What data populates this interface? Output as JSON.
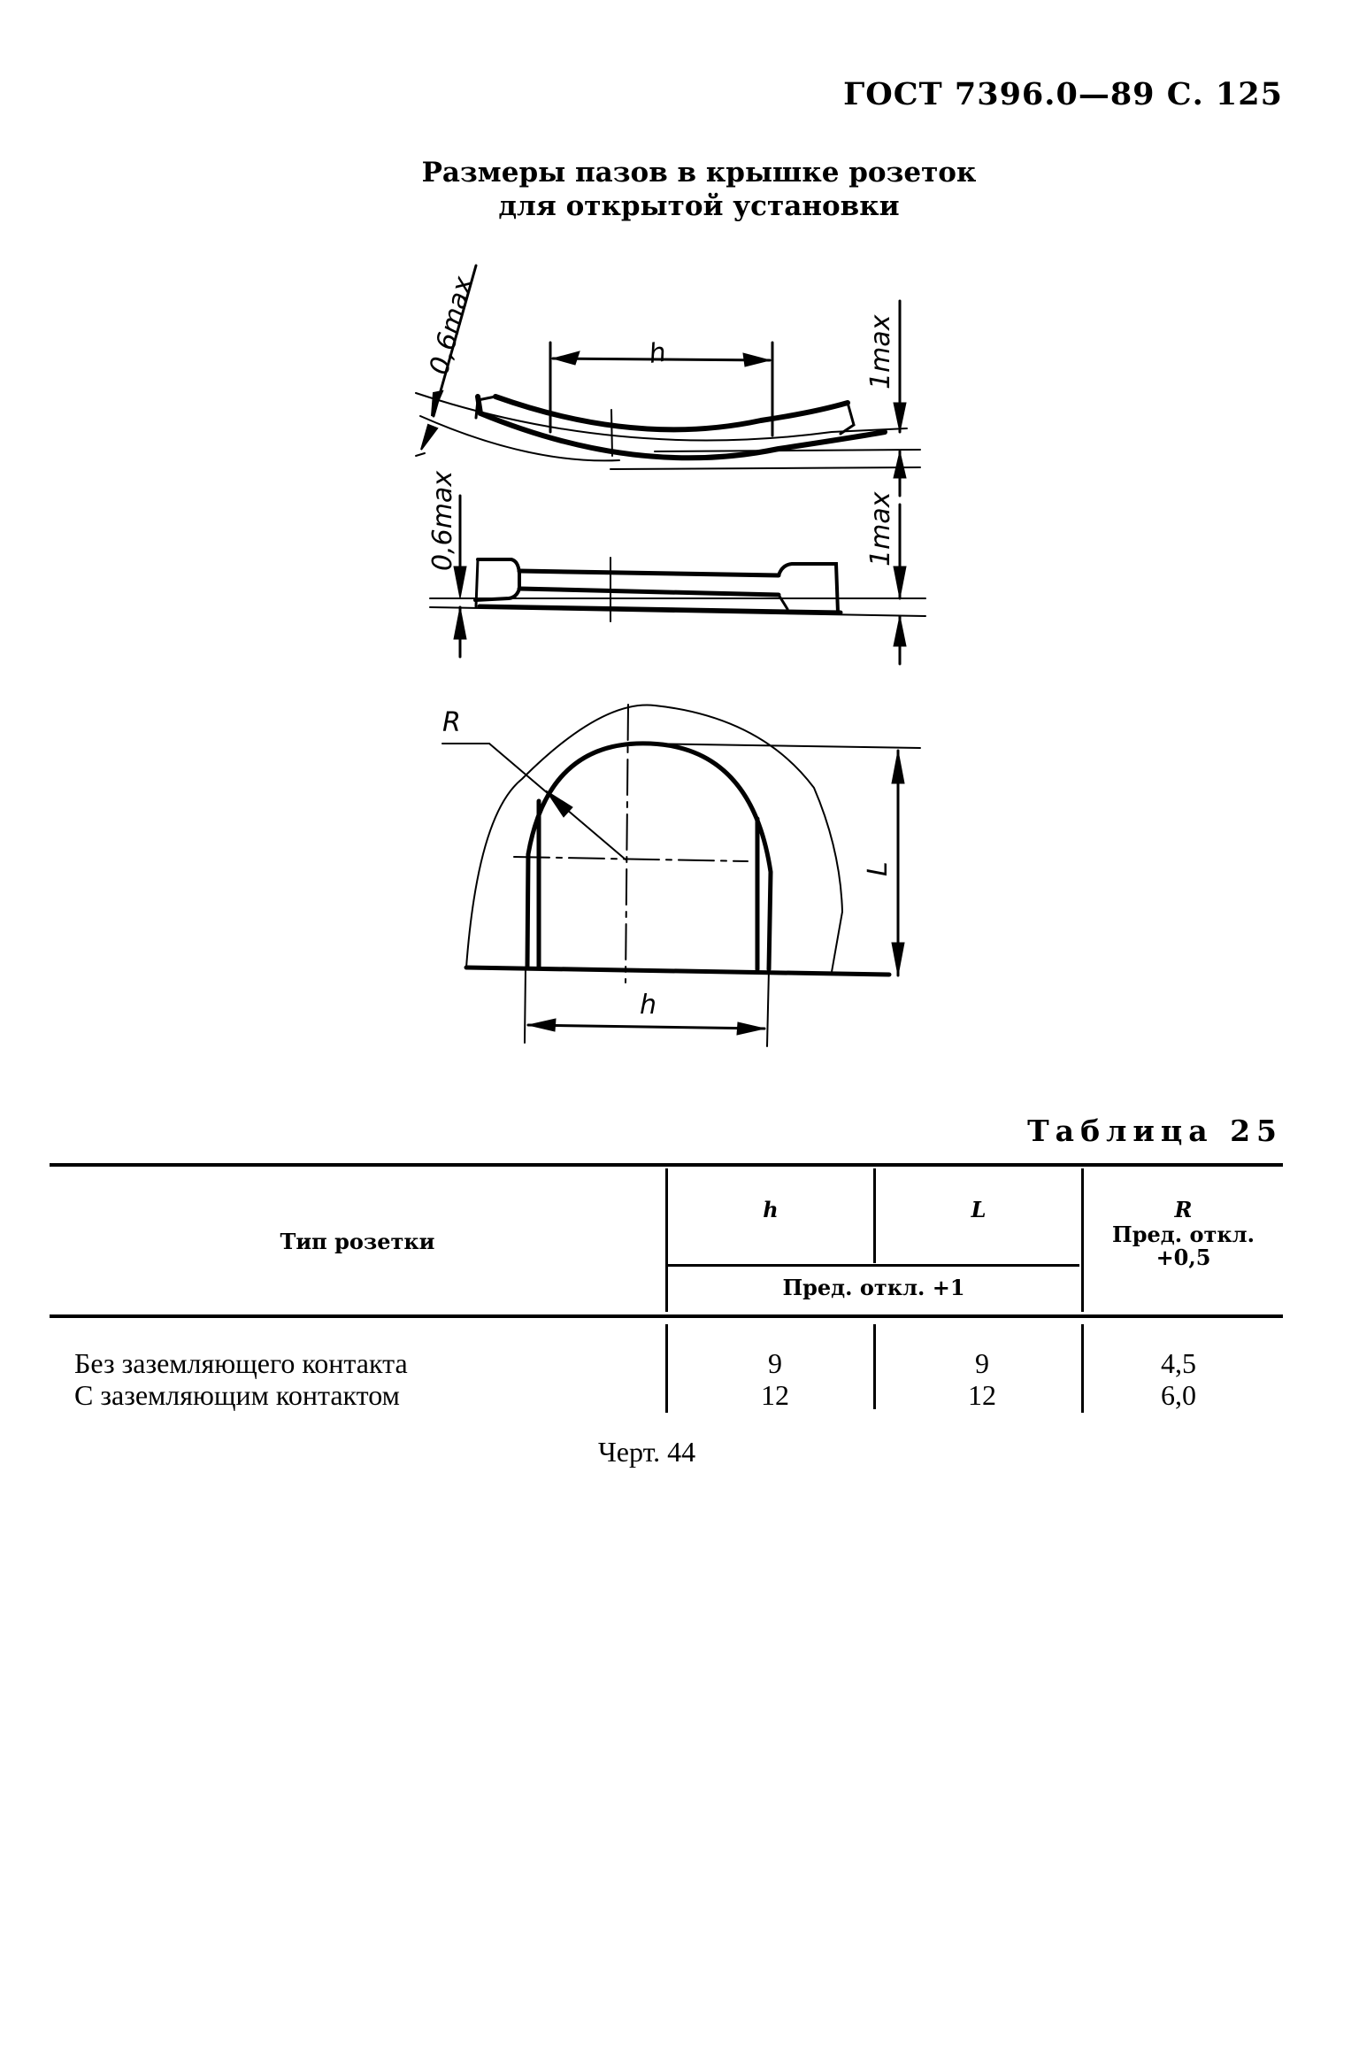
{
  "page": {
    "header": "ГОСТ 7396.0—89 С. 125",
    "title_line1": "Размеры пазов в крышке розеток",
    "title_line2": "для открытой установки"
  },
  "figure": {
    "caption": "Черт. 44",
    "views": [
      {
        "name": "curved-slot-section",
        "labels": {
          "h": "h",
          "left_tolerance": "0,6max",
          "right_tolerance": "1max"
        }
      },
      {
        "name": "flat-slot-section",
        "labels": {
          "left_tolerance": "0,6max",
          "right_tolerance": "1max"
        }
      },
      {
        "name": "arch-slot-plan",
        "labels": {
          "R": "R",
          "L": "L",
          "h": "h"
        }
      }
    ]
  },
  "table": {
    "caption": "Таблица 25",
    "headers": {
      "type": "Тип розетки",
      "h": "h",
      "L": "L",
      "hL_tolerance": "Пред. откл. +1",
      "R": "R",
      "R_tolerance_line1": "Пред. откл.",
      "R_tolerance_line2": "+0,5"
    },
    "rows": [
      {
        "type": "Без заземляющего контакта",
        "h": "9",
        "L": "9",
        "R": "4,5"
      },
      {
        "type": "С заземляющим контактом",
        "h": "12",
        "L": "12",
        "R": "6,0"
      }
    ]
  }
}
